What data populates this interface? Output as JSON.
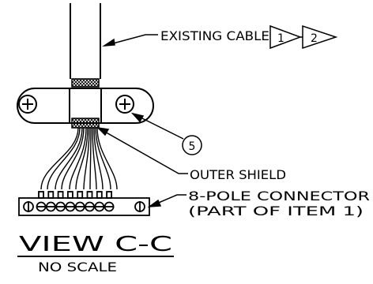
{
  "labels": {
    "existing_cable": "EXISTING CABLE",
    "flag_1": "1",
    "flag_2": "2",
    "callout_5": "5",
    "outer_shield": "OUTER SHIELD",
    "connector_line1": "8-POLE CONNECTOR",
    "connector_line2": "(PART OF ITEM 1)",
    "view_title": "VIEW C-C",
    "scale": "NO SCALE"
  },
  "connector": {
    "pole_count": 8
  },
  "colors": {
    "ink": "#000000",
    "background": "#ffffff"
  }
}
